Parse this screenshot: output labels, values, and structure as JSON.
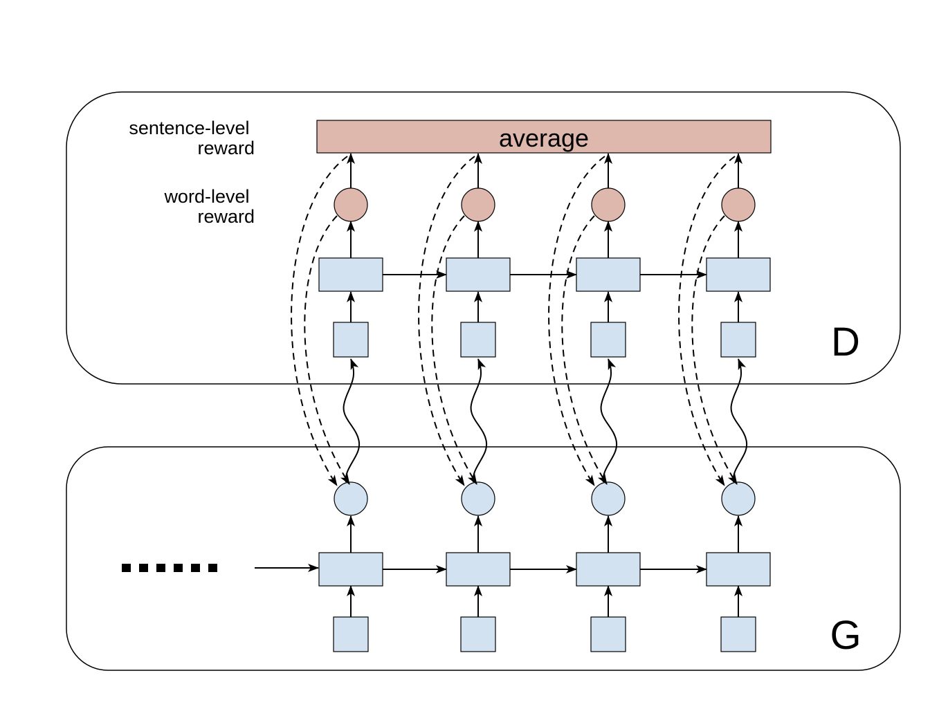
{
  "discriminator": {
    "label": "D",
    "sentence_label": [
      "sentence-level",
      "reward"
    ],
    "word_label": [
      "word-level",
      "reward"
    ],
    "average_label": "average"
  },
  "generator": {
    "label": "G",
    "ellipsis": "......"
  },
  "timesteps": 4,
  "colors": {
    "node_blue": "#d3e2f1",
    "reward_pink": "#dfb8ad",
    "stroke": "#000000"
  }
}
